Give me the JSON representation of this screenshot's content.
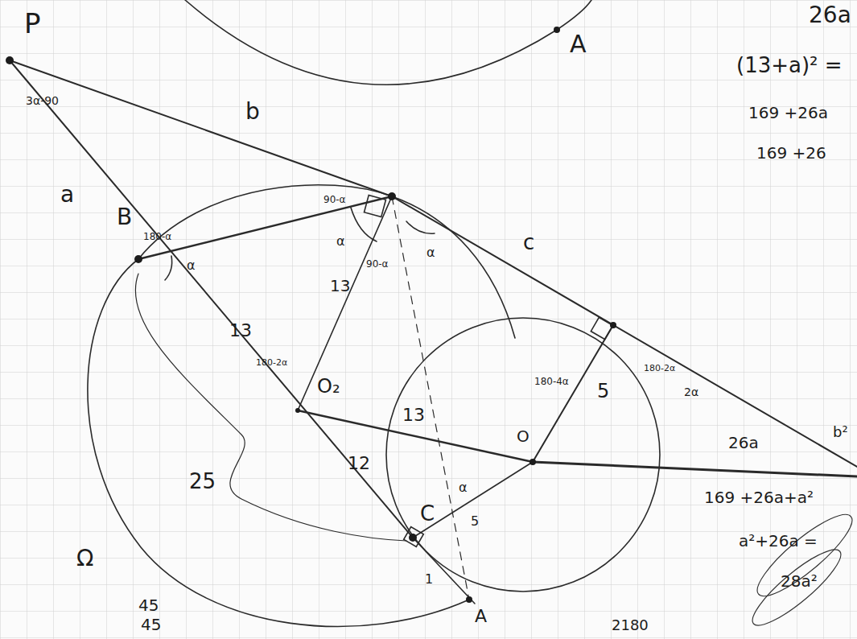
{
  "diagram": {
    "labels": [
      "P",
      "A",
      "26a",
      "(13+a)² =",
      "169 +26a",
      "169 +26",
      "b",
      "a",
      "B",
      "3α-90",
      "180-α",
      "α",
      "90-α",
      "α",
      "90-α",
      "α",
      "13",
      "c",
      "13",
      "180-2α",
      "O₂",
      "5",
      "180-2α",
      "2α",
      "180-4α",
      "O",
      "13",
      "25",
      "12",
      "C",
      "α",
      "5",
      "1",
      "A",
      "Ω",
      "45",
      "45",
      "2180",
      "169 +26a+a²",
      "a²+26a =",
      "28a²",
      "26a",
      "b²"
    ]
  }
}
